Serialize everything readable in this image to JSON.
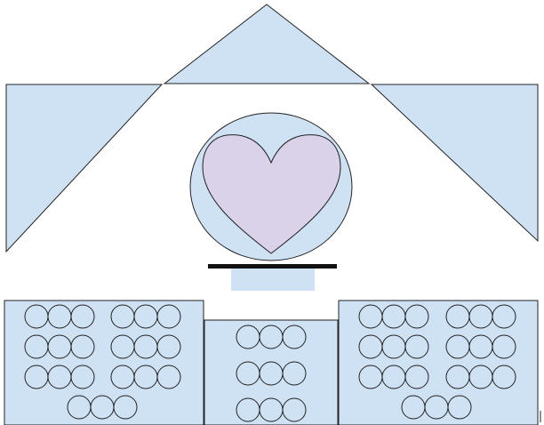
{
  "diagram": {
    "palette": {
      "shape_fill": "#cfe2f3",
      "heart_fill": "#d9d2e9",
      "stroke": "#222222",
      "bar": "#111111",
      "background": "#ffffff"
    },
    "elements": [
      "top-triangle",
      "left-triangle",
      "right-triangle",
      "globe-circle",
      "heart-shape",
      "black-bar",
      "small-rectangle",
      "left-panel",
      "center-panel",
      "right-panel"
    ],
    "seat_groups": {
      "left_panel": {
        "rows_of_two_triplets": 3,
        "bottom_triplets": 1
      },
      "center_panel": {
        "triplets": 3
      },
      "right_panel": {
        "rows_of_two_triplets": 3,
        "bottom_triplets": 1
      }
    }
  }
}
